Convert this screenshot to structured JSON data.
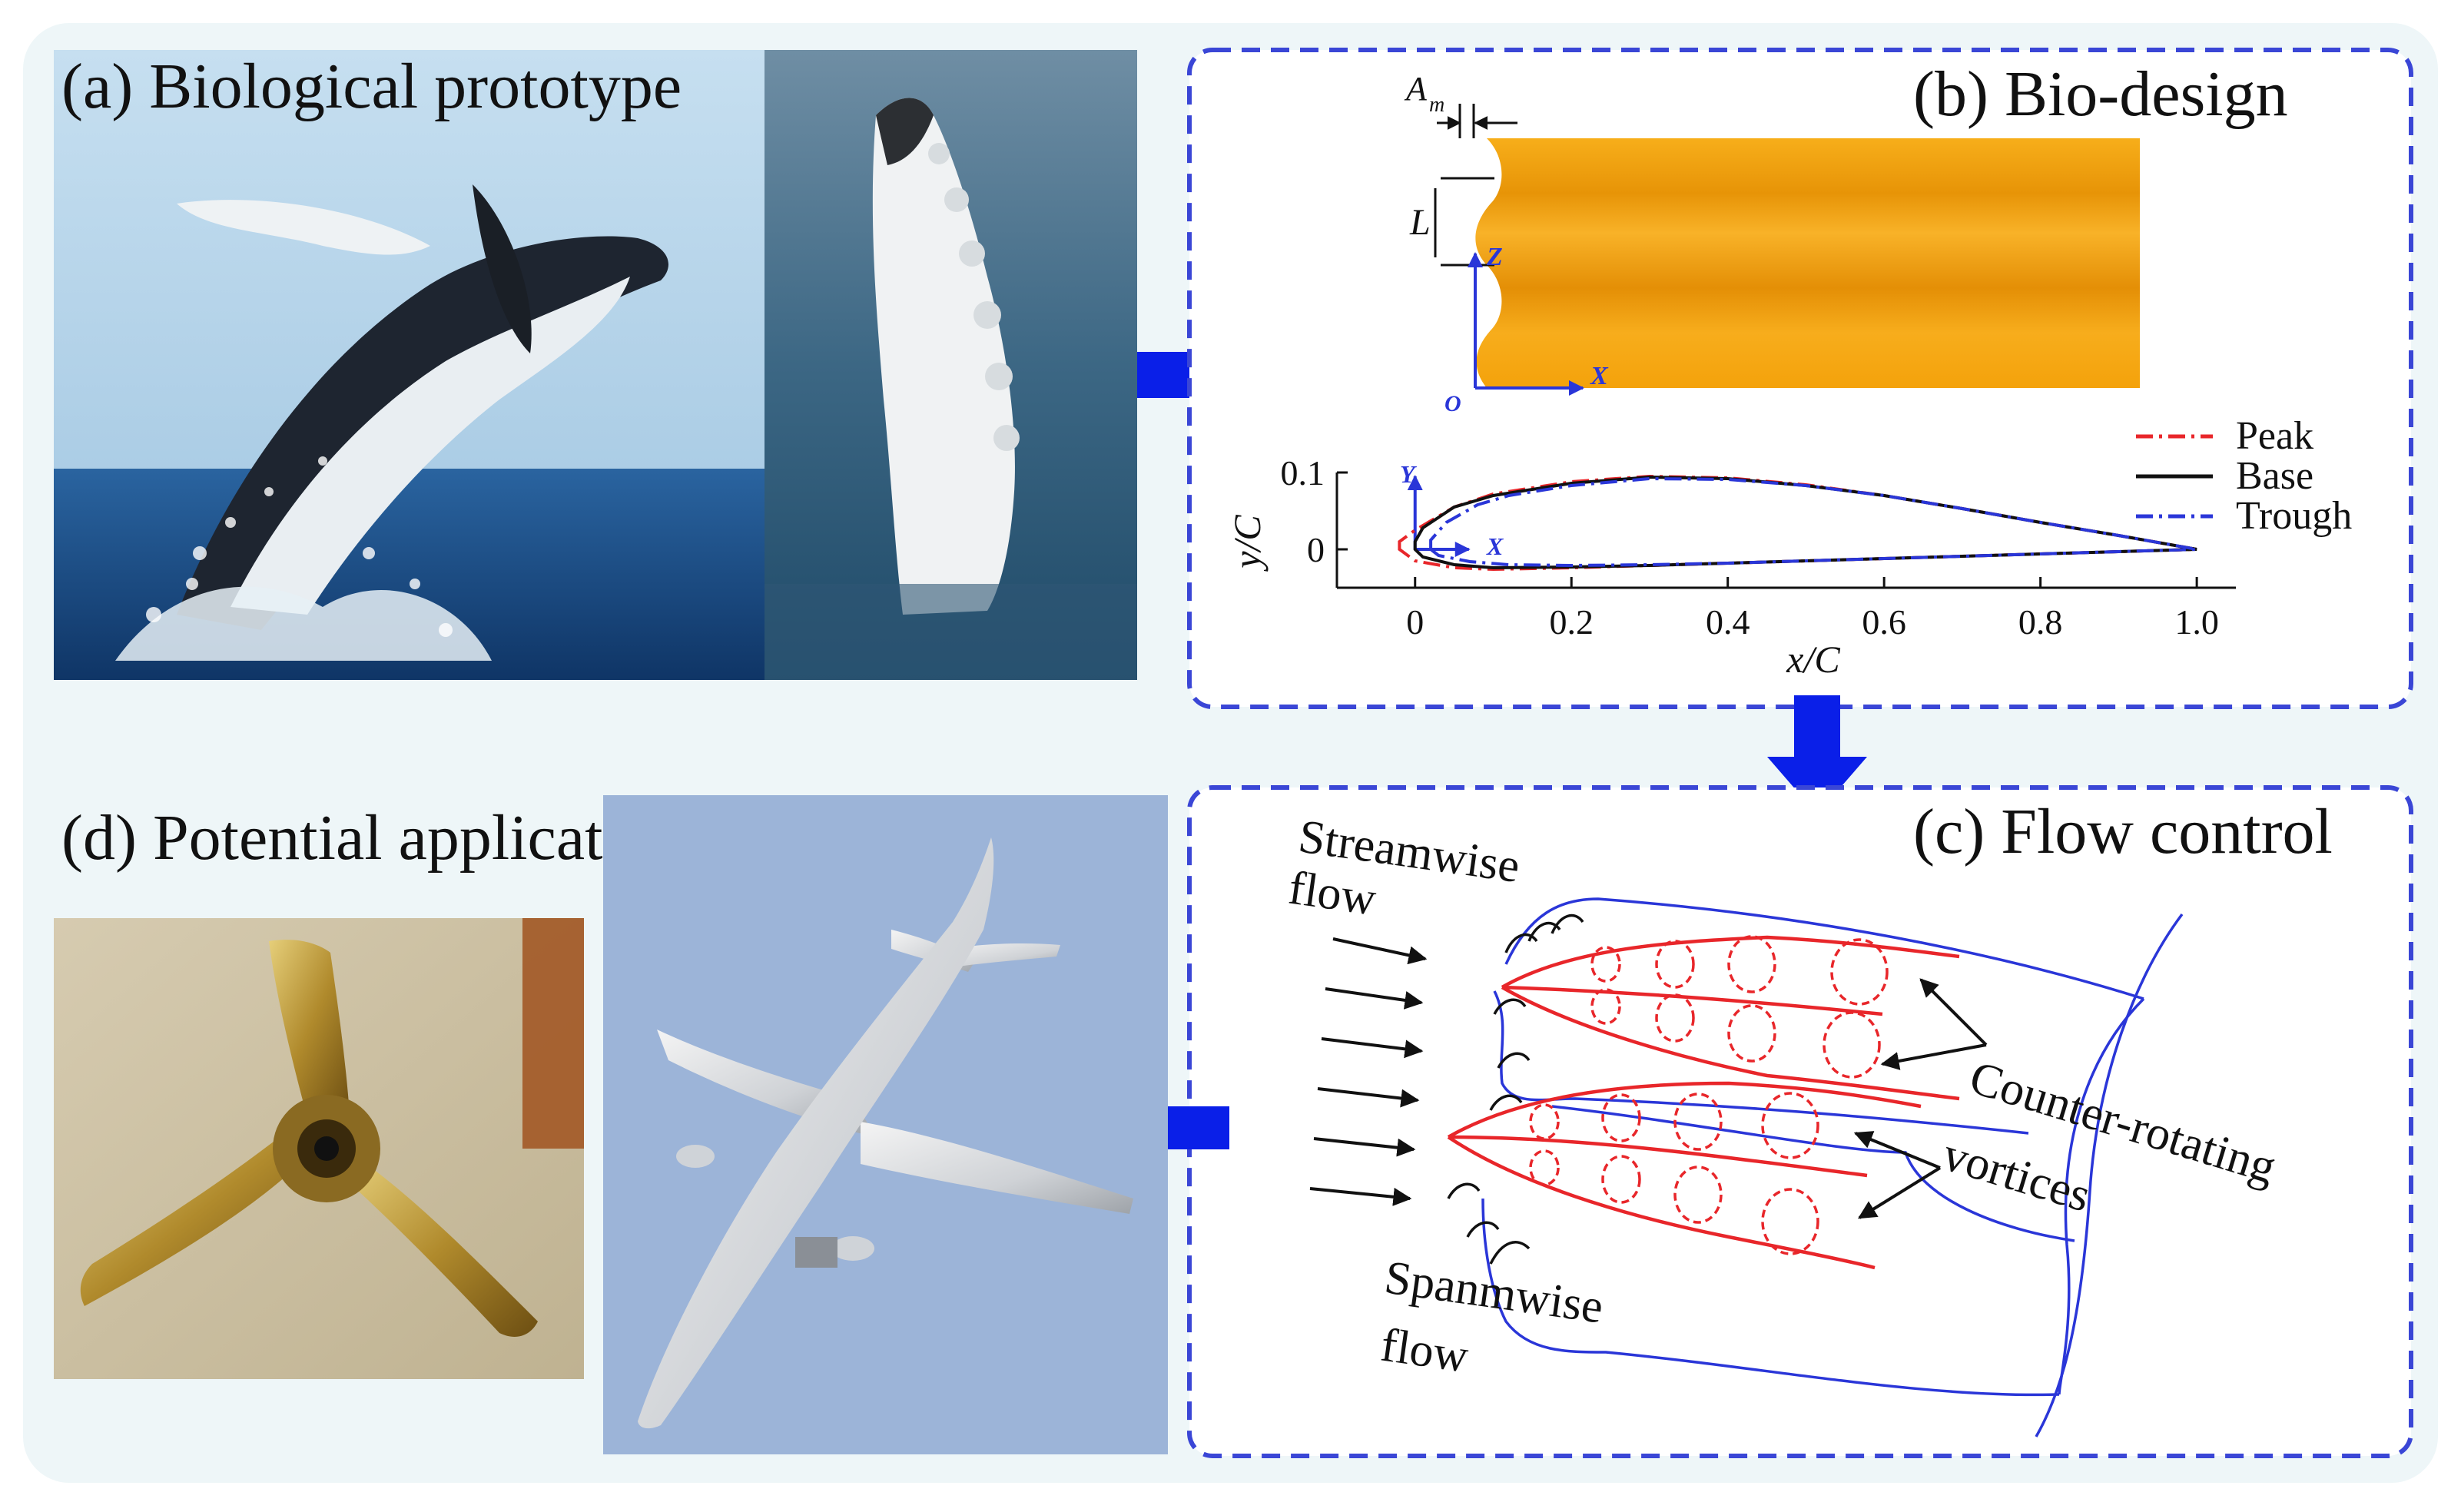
{
  "panels": {
    "a": {
      "title": "(a) Biological prototype"
    },
    "b": {
      "title": "(b) Bio-design"
    },
    "c": {
      "title": "(c) Flow control"
    },
    "d": {
      "title": "(d) Potential application"
    }
  },
  "bio_design": {
    "dimension_amplitude": "A",
    "dimension_amplitude_sub": "m",
    "dimension_wavelength": "L",
    "axis_z": "Z",
    "axis_x": "X",
    "origin": "O",
    "wing_color": "#f4a20b"
  },
  "chart_data": {
    "type": "line",
    "xlabel": "x/C",
    "ylabel": "y/C",
    "xlim": [
      -0.1,
      1.05
    ],
    "ylim": [
      -0.05,
      0.1
    ],
    "xticks": [
      0,
      0.2,
      0.4,
      0.6,
      0.8,
      1.0
    ],
    "xtick_labels": [
      "0",
      "0.2",
      "0.4",
      "0.6",
      "0.8",
      "1.0"
    ],
    "yticks": [
      0,
      0.1
    ],
    "ytick_labels": [
      "0",
      "0.1"
    ],
    "inset_axis_y": "Y",
    "inset_axis_x": "X",
    "legend_position": "top-right",
    "series": [
      {
        "name": "Peak",
        "color": "#e8262a",
        "dash": "dashdot",
        "x": [
          -0.02,
          -0.02,
          0.0,
          0.05,
          0.1,
          0.2,
          0.3,
          0.4,
          0.5,
          0.6,
          0.7,
          0.8,
          0.9,
          1.0,
          0.9,
          0.8,
          0.7,
          0.6,
          0.5,
          0.4,
          0.3,
          0.2,
          0.1,
          0.05,
          0.0,
          -0.02
        ],
        "y": [
          0.0,
          0.01,
          0.025,
          0.055,
          0.072,
          0.088,
          0.095,
          0.093,
          0.084,
          0.07,
          0.053,
          0.035,
          0.018,
          0.0,
          -0.003,
          -0.006,
          -0.009,
          -0.012,
          -0.015,
          -0.018,
          -0.021,
          -0.024,
          -0.026,
          -0.024,
          -0.015,
          0.0
        ]
      },
      {
        "name": "Base",
        "color": "#111111",
        "dash": "solid",
        "x": [
          0.0,
          0.0,
          0.01,
          0.05,
          0.1,
          0.2,
          0.3,
          0.4,
          0.5,
          0.6,
          0.7,
          0.8,
          0.9,
          1.0,
          0.9,
          0.8,
          0.7,
          0.6,
          0.5,
          0.4,
          0.3,
          0.2,
          0.1,
          0.05,
          0.01,
          0.0
        ],
        "y": [
          0.0,
          0.01,
          0.028,
          0.055,
          0.07,
          0.086,
          0.094,
          0.092,
          0.083,
          0.07,
          0.053,
          0.035,
          0.018,
          0.0,
          -0.003,
          -0.006,
          -0.009,
          -0.012,
          -0.015,
          -0.018,
          -0.021,
          -0.023,
          -0.024,
          -0.02,
          -0.01,
          0.0
        ]
      },
      {
        "name": "Trough",
        "color": "#2a36d8",
        "dash": "dashdot",
        "x": [
          0.02,
          0.02,
          0.04,
          0.08,
          0.12,
          0.2,
          0.3,
          0.4,
          0.5,
          0.6,
          0.7,
          0.8,
          0.9,
          1.0,
          0.9,
          0.8,
          0.7,
          0.6,
          0.5,
          0.4,
          0.3,
          0.2,
          0.12,
          0.07,
          0.03,
          0.02
        ],
        "y": [
          0.0,
          0.012,
          0.035,
          0.058,
          0.07,
          0.083,
          0.092,
          0.091,
          0.083,
          0.07,
          0.053,
          0.035,
          0.018,
          0.0,
          -0.003,
          -0.006,
          -0.009,
          -0.012,
          -0.015,
          -0.018,
          -0.02,
          -0.021,
          -0.02,
          -0.016,
          -0.008,
          0.0
        ]
      }
    ]
  },
  "flow_control": {
    "streamwise_label_1": "Streamwise",
    "streamwise_label_2": "flow",
    "spanwise_label_1": "Spanmwise",
    "spanwise_label_2": "flow",
    "vortex_label_1": "Counter-rotating",
    "vortex_label_2": "vortices",
    "vortex_color": "#e8262a",
    "line_color": "#2a36d8"
  },
  "colors": {
    "background": "#eef6f8",
    "panel_border": "#3a46d6",
    "arrow": "#0a1fe8",
    "sky": "#a8cce4",
    "sea": "#1c4f86",
    "airplane_bg": "#9cb4d8"
  }
}
